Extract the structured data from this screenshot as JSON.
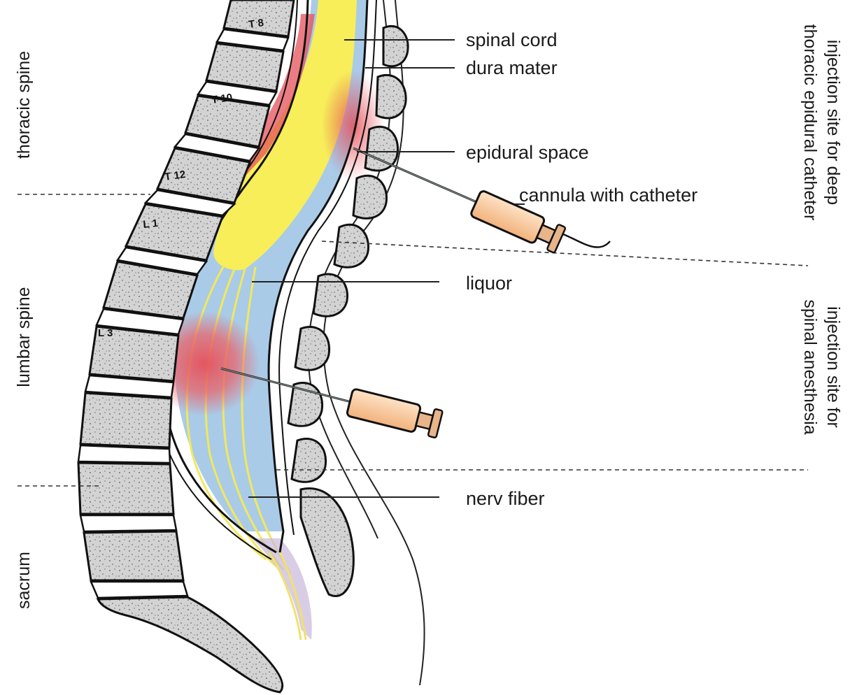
{
  "labels": {
    "spinal_cord": "spinal cord",
    "dura_mater": "dura mater",
    "epidural_space": "epidural space",
    "cannula_with_catheter": "cannula with catheter",
    "liquor": "liquor",
    "nerv_fiber": "nerv fiber"
  },
  "regions": {
    "thoracic_spine": "thoracic spine",
    "lumbar_spine": "lumbar spine",
    "sacrum": "sacrum"
  },
  "injection_sites": {
    "epidural_line1": "injection site for deep",
    "epidural_line2": "thoracic epidural catheter",
    "spinal_line1": "injection site for",
    "spinal_line2": "spinal anesthesia"
  },
  "vertebra_labels": {
    "t8": "T 8",
    "t10": "T 10",
    "t12": "T 12",
    "l1": "L 1",
    "l3": "L 3"
  },
  "colors": {
    "spinal_cord": "#f7ee5a",
    "liquor": "#a9cbe8",
    "injection_glow": "#e6505a",
    "bone": "#d4d4d4",
    "syringe": "#f6c79a",
    "sacral_nerves": "#c9b8dc"
  }
}
